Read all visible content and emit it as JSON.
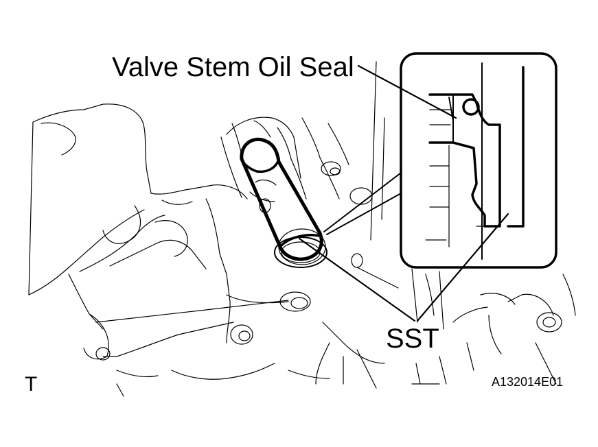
{
  "labels": {
    "valve_stem_oil_seal": "Valve Stem Oil Seal",
    "sst": "SST",
    "view_marker": "T",
    "figure_code": "A132014E01"
  },
  "colors": {
    "line": "#000000",
    "background": "#ffffff"
  }
}
